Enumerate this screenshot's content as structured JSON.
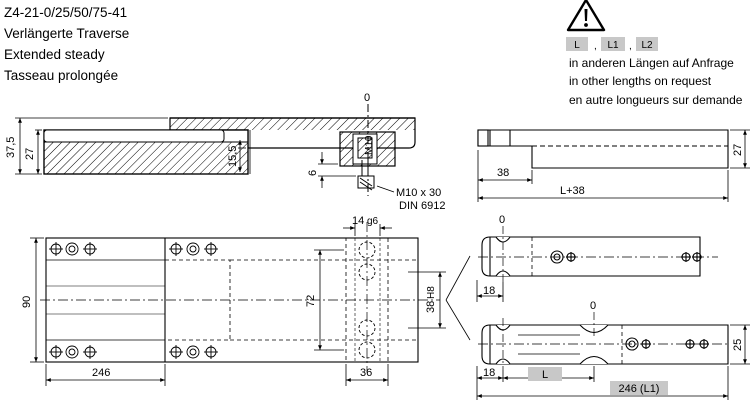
{
  "header": {
    "part_number": "Z4-21-0/25/50/75-41",
    "title_de": "Verlängerte Traverse",
    "title_en": "Extended steady",
    "title_fr": "Tasseau prolongée"
  },
  "notice": {
    "symbol": "warning-triangle-icon",
    "badges": [
      "L",
      "L1",
      "L2"
    ],
    "separator": ",",
    "line_de": "in anderen Längen auf Anfrage",
    "line_en": "in other lengths on request",
    "line_fr": "en autre longueurs sur demande"
  },
  "colors": {
    "badge_fill": "#c8c8c8",
    "hatch": "#000000",
    "line": "#000000"
  },
  "side_view": {
    "dim_zero": "0",
    "dim_overall_height": "37,5",
    "dim_body_height": "27",
    "dim_step": "15,5",
    "dim_bolt": "6",
    "bolt_label": "M10 x 30",
    "bolt_standard": "DIN 6912",
    "nut_label": "M10"
  },
  "top_view": {
    "dim_width": "90",
    "dim_length": "246",
    "dim_slot_tol": "14",
    "dim_slot_tol_fit": "g6",
    "dim_hole_pitch": "72",
    "dim_bore": "38",
    "dim_bore_fit": "H8",
    "dim_slot_width": "36"
  },
  "right_top": {
    "dim_height": "27",
    "dim_step": "38",
    "dim_total": "L+38"
  },
  "detail_a": {
    "dim_zero": "0",
    "dim_end": "18"
  },
  "detail_b": {
    "dim_zero": "0",
    "dim_end": "18",
    "dim_l": "L",
    "dim_total": "246 (L1)",
    "dim_height": "25"
  }
}
